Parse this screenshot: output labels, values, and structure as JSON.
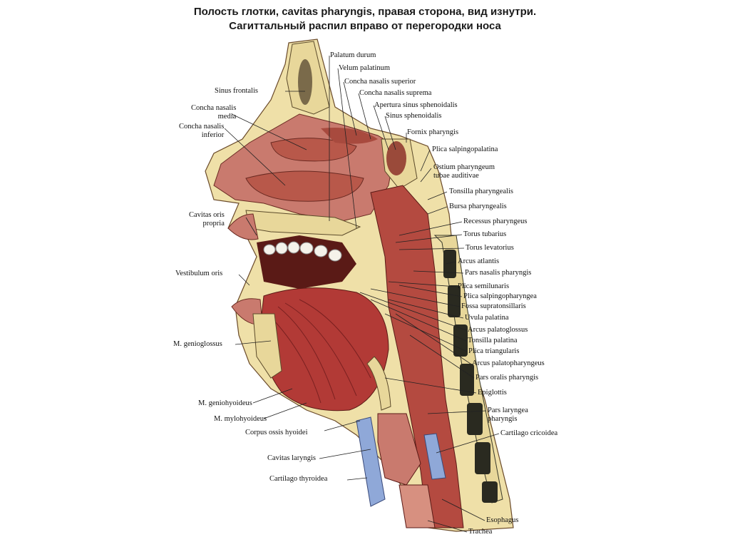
{
  "title_line1": "Полость глотки, cavitas pharyngis, правая сторона, вид изнутри.",
  "title_line2": "Сагиттальный распил вправо от перегородки носа",
  "labels": [
    {
      "key": "sinus_frontalis",
      "text": "Sinus frontalis"
    },
    {
      "key": "concha_media",
      "text": "Concha nasalis\nmedia"
    },
    {
      "key": "concha_inferior",
      "text": "Concha nasalis\ninferior"
    },
    {
      "key": "cavitas_oris",
      "text": "Cavitas oris\npropria"
    },
    {
      "key": "vestibulum",
      "text": "Vestibulum oris"
    },
    {
      "key": "genioglossus",
      "text": "M. genioglossus"
    },
    {
      "key": "geniohyoideus",
      "text": "M. geniohyoideus"
    },
    {
      "key": "mylohyoideus",
      "text": "M. mylohyoideus"
    },
    {
      "key": "corpus_hyoidei",
      "text": "Corpus ossis hyoidei"
    },
    {
      "key": "cavitas_laryngis",
      "text": "Cavitas laryngis"
    },
    {
      "key": "cartilago_thyroidea",
      "text": "Cartilago thyroidea"
    },
    {
      "key": "palatum_durum",
      "text": "Palatum durum"
    },
    {
      "key": "velum",
      "text": "Velum palatinum"
    },
    {
      "key": "concha_superior",
      "text": "Concha nasalis superior"
    },
    {
      "key": "concha_suprema",
      "text": "Concha nasalis suprema"
    },
    {
      "key": "apertura",
      "text": "Apertura sinus sphenoidalis"
    },
    {
      "key": "sinus_sphenoidalis",
      "text": "Sinus sphenoidalis"
    },
    {
      "key": "fornix",
      "text": "Fornix pharyngis"
    },
    {
      "key": "plica_salpingopalatina",
      "text": "Plica salpingopalatina"
    },
    {
      "key": "ostium",
      "text": "Ostium pharyngeum\ntubae auditivae"
    },
    {
      "key": "tonsilla_pharyngealis",
      "text": "Tonsilla pharyngealis"
    },
    {
      "key": "bursa",
      "text": "Bursa pharyngealis"
    },
    {
      "key": "recessus",
      "text": "Recessus pharyngeus"
    },
    {
      "key": "torus_tubarius",
      "text": "Torus tubarius"
    },
    {
      "key": "torus_levatorius",
      "text": "Torus levatorius"
    },
    {
      "key": "arcus_atlantis",
      "text": "Arcus atlantis"
    },
    {
      "key": "pars_nasalis",
      "text": "Pars nasalis pharyngis"
    },
    {
      "key": "plica_semilunaris",
      "text": "Plica semilunaris"
    },
    {
      "key": "plica_salpingopharyngea",
      "text": "Plica salpingopharyngea"
    },
    {
      "key": "fossa",
      "text": "Fossa supratonsillaris"
    },
    {
      "key": "uvula",
      "text": "Uvula palatina"
    },
    {
      "key": "arcus_palatoglossus",
      "text": "Arcus palatoglossus"
    },
    {
      "key": "tonsilla_palatina",
      "text": "Tonsilla palatina"
    },
    {
      "key": "plica_triangularis",
      "text": "Plica triangularis"
    },
    {
      "key": "arcus_palatopharyngeus",
      "text": "Arcus palatopharyngeus"
    },
    {
      "key": "pars_oralis",
      "text": "Pars oralis pharyngis"
    },
    {
      "key": "epiglottis",
      "text": "Epiglottis"
    },
    {
      "key": "pars_laryngea",
      "text": "Pars laryngea\npharyngis"
    },
    {
      "key": "cartilago_cricoidea",
      "text": "Cartilago cricoidea"
    },
    {
      "key": "esophagus",
      "text": "Esophagus"
    },
    {
      "key": "trachea",
      "text": "Trachea"
    }
  ],
  "colors": {
    "muscle": "#b23a36",
    "mucosa": "#c97a6e",
    "bone": "#e8d79a",
    "fat": "#efe0a8",
    "cartilage": "#8fa8d8",
    "dark": "#5a1a16"
  }
}
